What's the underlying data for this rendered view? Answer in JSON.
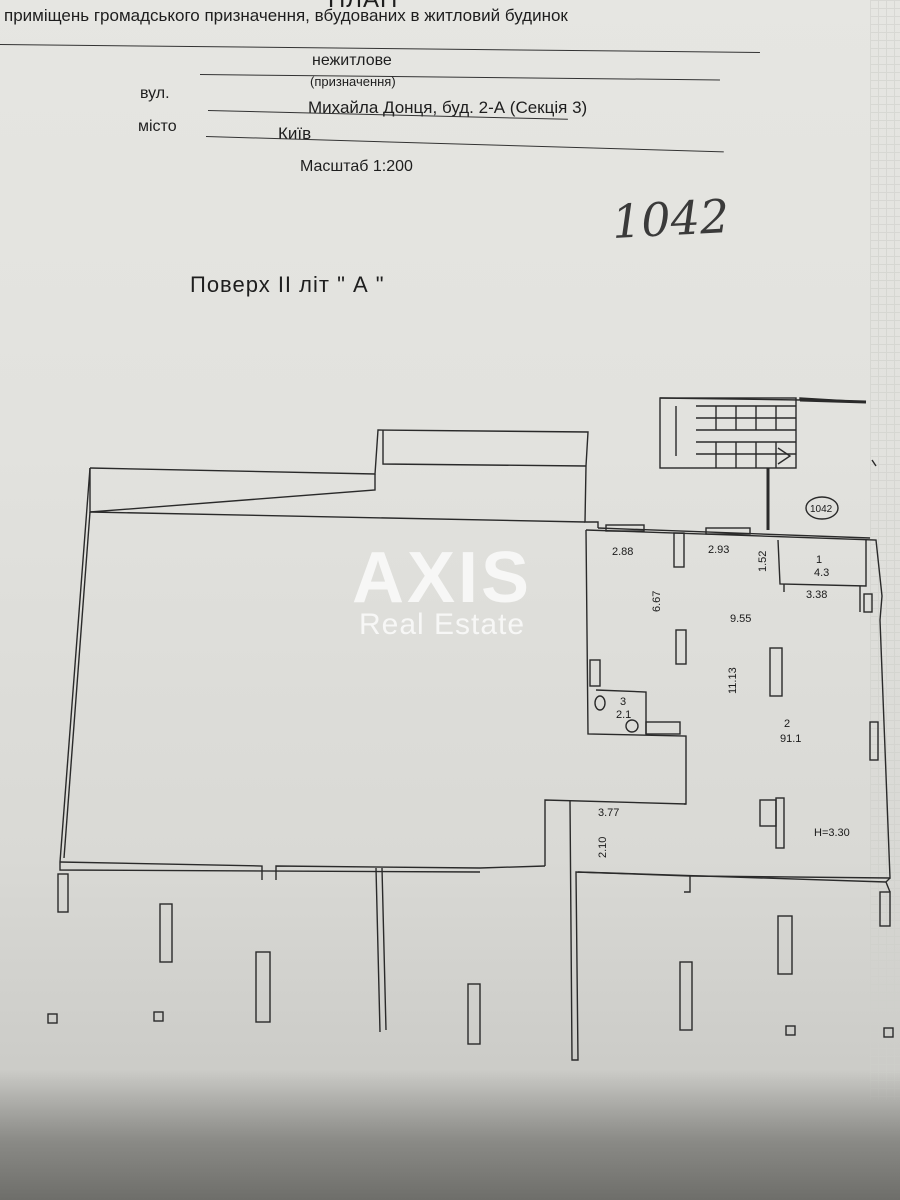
{
  "header": {
    "title": "ПЛАН",
    "subtitle": "приміщень громадського призначення, вбудованих в житловий будинок",
    "purpose_value": "нежитлове",
    "purpose_caption": "(призначення)",
    "street_label": "вул.",
    "street_value": "Михайла Донця,  буд. 2-А  (Секція 3)",
    "city_label": "місто",
    "city_value": "Київ",
    "scale": "Масштаб 1:200"
  },
  "handwritten_number": "1042",
  "floor_title": "Поверх  II   літ \"   А   \"",
  "watermark": {
    "main": "AXIS",
    "sub": "Real Estate"
  },
  "plan": {
    "stamp": "1042",
    "dimensions": {
      "d288": "2.88",
      "d293": "2.93",
      "d152": "1.52",
      "d338": "3.38",
      "d667": "6.67",
      "d955": "9.55",
      "d1113": "11.13",
      "d377": "3.77",
      "d210": "2.10"
    },
    "rooms": [
      {
        "number": "1",
        "area": "4.3"
      },
      {
        "number": "2",
        "area": "91.1"
      },
      {
        "number": "3",
        "area": "2.1"
      }
    ],
    "height": "H=3.30"
  }
}
